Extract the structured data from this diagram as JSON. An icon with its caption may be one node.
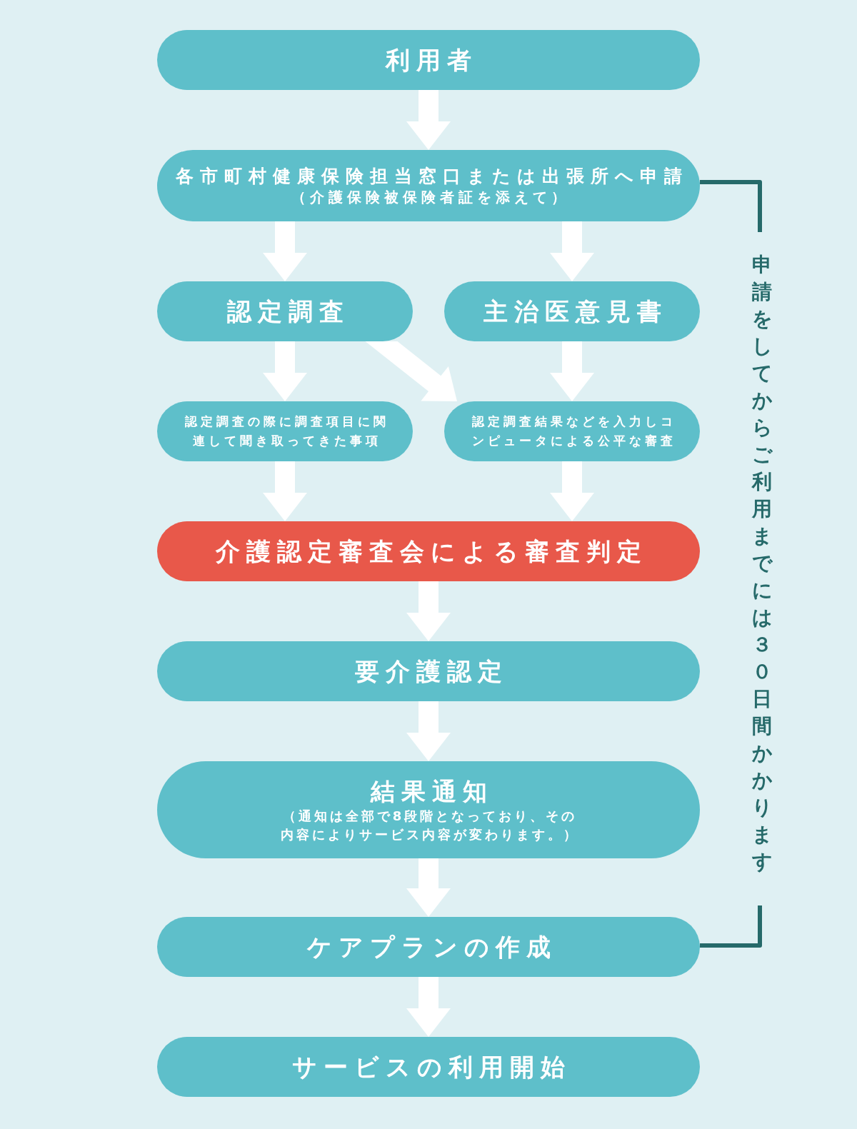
{
  "diagram": {
    "nodes": [
      {
        "text": [
          "利用者"
        ]
      },
      {
        "text": [
          "各市町村健康保険担当窓口または出張所へ申請",
          "（介護保険被保険者証を添えて）"
        ]
      },
      {
        "text": [
          "認定調査"
        ]
      },
      {
        "text": [
          "主治医意見書"
        ]
      },
      {
        "text": [
          "認定調査の際に調査項目に関連して聞き取ってきた事項"
        ]
      },
      {
        "text": [
          "認定調査結果などを入力しコンピュータによる公平な審査"
        ]
      },
      {
        "text": [
          "介護認定審査会による審査判定"
        ]
      },
      {
        "text": [
          "要介護認定"
        ]
      },
      {
        "text": [
          "結果通知",
          "（通知は全部で8段階となっており、その内容によりサービス内容が変わります。）"
        ]
      },
      {
        "text": [
          "ケアプランの作成"
        ]
      },
      {
        "text": [
          "サービスの利用開始"
        ]
      }
    ],
    "edges": [
      {
        "from": 0,
        "to": 1,
        "arrow": "to"
      },
      {
        "from": 1,
        "to": 2,
        "arrow": "to"
      },
      {
        "from": 1,
        "to": 3,
        "arrow": "to"
      },
      {
        "from": 2,
        "to": 4,
        "arrow": "to"
      },
      {
        "from": 2,
        "to": 5,
        "arrow": "to"
      },
      {
        "from": 3,
        "to": 5,
        "arrow": "to"
      },
      {
        "from": 4,
        "to": 6,
        "arrow": "to"
      },
      {
        "from": 5,
        "to": 6,
        "arrow": "to"
      },
      {
        "from": 6,
        "to": 7,
        "arrow": "to"
      },
      {
        "from": 7,
        "to": 8,
        "arrow": "to"
      },
      {
        "from": 8,
        "to": 9,
        "arrow": "to"
      },
      {
        "from": 9,
        "to": 10,
        "arrow": "to"
      }
    ],
    "labels": [
      "申請をしてからご利用までには３０日間かかります"
    ]
  }
}
